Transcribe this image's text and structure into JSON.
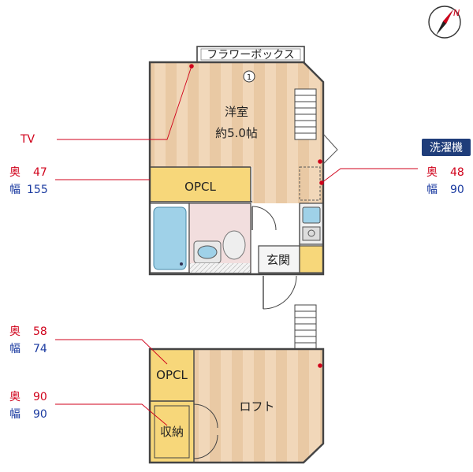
{
  "rooms": {
    "western": {
      "name": "洋室",
      "size": "約5.0帖"
    },
    "opcl_main": "OPCL",
    "entrance": "玄関",
    "flower_box": "フラワーボックス",
    "marker": "1",
    "loft": "ロフト",
    "opcl_loft": "OPCL",
    "storage": "収納"
  },
  "compass": {
    "label": "N"
  },
  "callouts": {
    "tv": "TV",
    "opcl_main": {
      "depth_label": "奥",
      "depth": "47",
      "width_label": "幅",
      "width": "155"
    },
    "washer": {
      "title": "洗濯機",
      "depth_label": "奥",
      "depth": "48",
      "width_label": "幅",
      "width": "90"
    },
    "opcl_loft": {
      "depth_label": "奥",
      "depth": "58",
      "width_label": "幅",
      "width": "74"
    },
    "storage": {
      "depth_label": "奥",
      "depth": "90",
      "width_label": "幅",
      "width": "90"
    }
  },
  "colors": {
    "floor_stripe_a": "#f1d7b9",
    "floor_stripe_b": "#e9c9a4",
    "closet": "#f7d77a",
    "bath": "#9fd1e8",
    "washroom": "#f2dede",
    "wall": "#444444",
    "depth_text": "#d0021b",
    "width_text": "#1a3aa0",
    "washer_badge": "#1f3d7a"
  }
}
